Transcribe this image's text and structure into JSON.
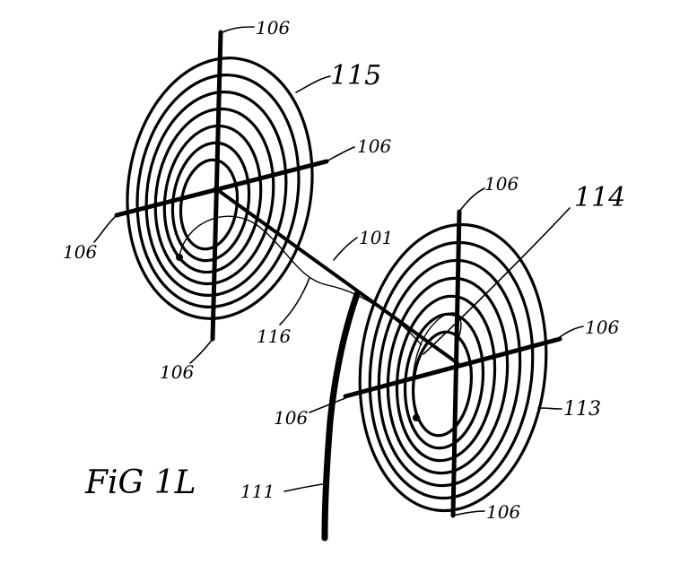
{
  "figure": {
    "title": "FiG 1L",
    "stroke_color": "#000000",
    "background": "#ffffff"
  },
  "labels": {
    "coil_top": "115",
    "coil_bottom": "113",
    "lead_114": "114",
    "wire_101": "101",
    "wire_116": "116",
    "cord_111": "111",
    "axis": "106"
  }
}
